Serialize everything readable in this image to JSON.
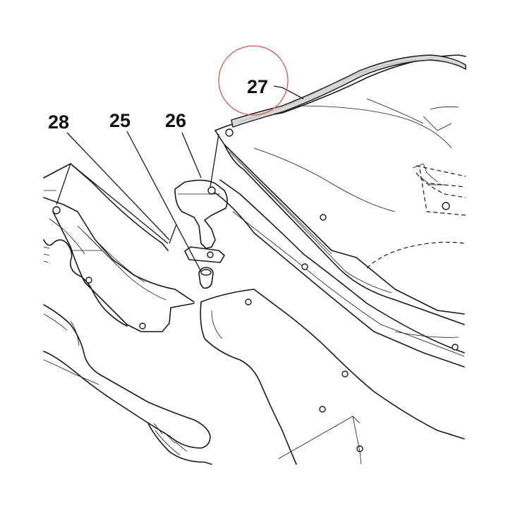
{
  "diagram": {
    "callouts": [
      {
        "id": "27",
        "label": "27",
        "highlighted": true
      },
      {
        "id": "28",
        "label": "28",
        "highlighted": false
      },
      {
        "id": "25",
        "label": "25",
        "highlighted": false
      },
      {
        "id": "26",
        "label": "26",
        "highlighted": false
      }
    ],
    "highlight_color": "#d9534f",
    "line_color": "#1a1a1a",
    "background": "#ffffff"
  }
}
